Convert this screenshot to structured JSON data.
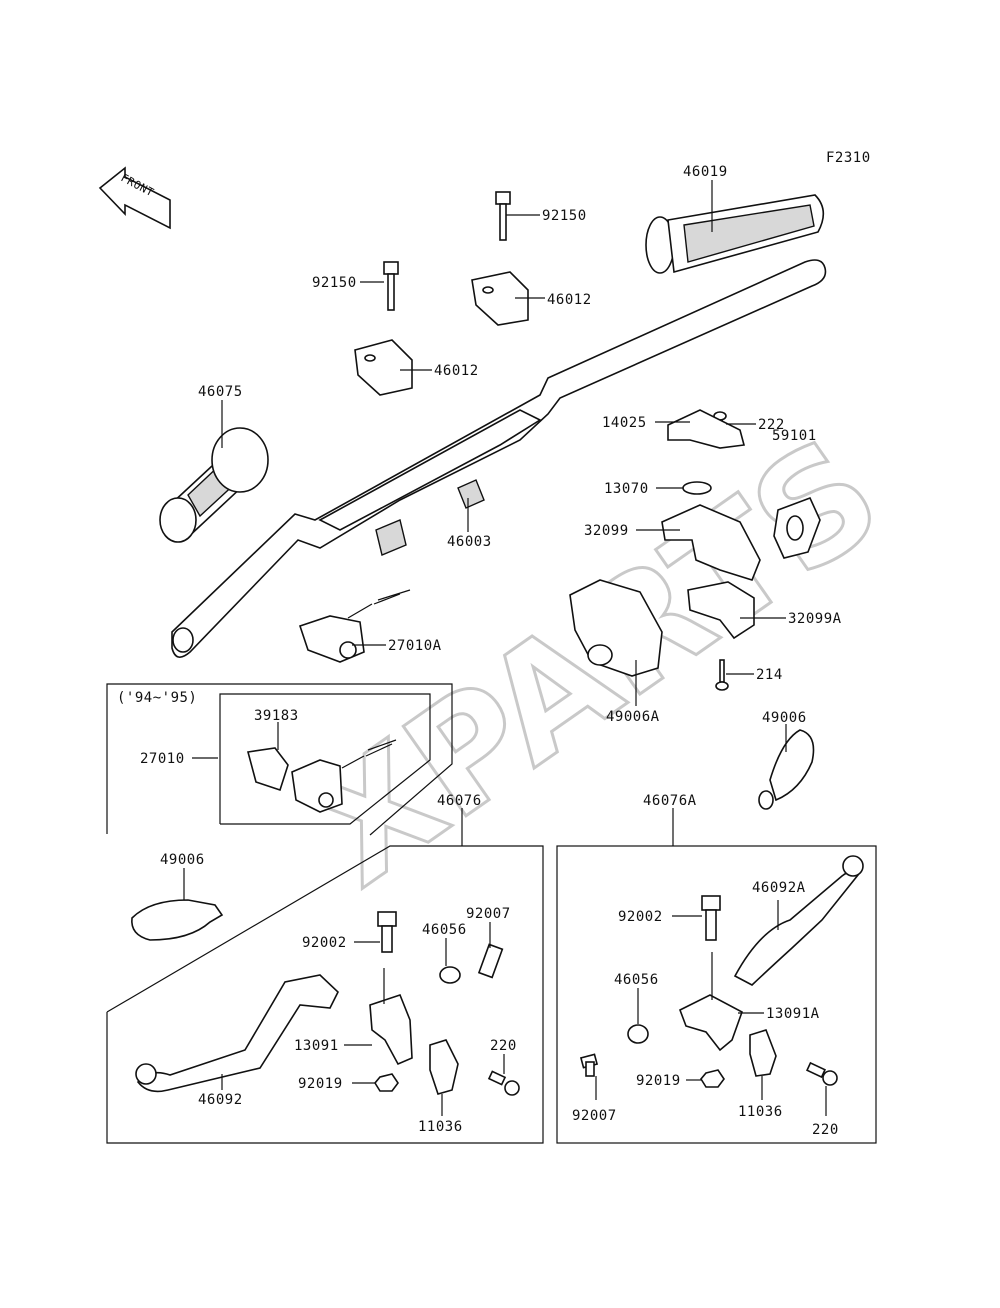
{
  "figure_code": "F2310",
  "front_arrow_text": "FRONT",
  "watermark": "XPARTS",
  "inset_year_label": "('94~'95)",
  "labels": {
    "p46019": "46019",
    "p92150a": "92150",
    "p92150b": "92150",
    "p46012a": "46012",
    "p46012b": "46012",
    "p46075": "46075",
    "p222": "222",
    "p14025": "14025",
    "p59101": "59101",
    "p13070": "13070",
    "p46003": "46003",
    "p32099": "32099",
    "p32099a": "32099A",
    "p27010a": "27010A",
    "p214": "214",
    "p49006a": "49006A",
    "p39183": "39183",
    "p27010": "27010",
    "p49006r": "49006",
    "p46076": "46076",
    "p46076a": "46076A",
    "p49006l": "49006",
    "p92007l": "92007",
    "p92002l": "92002",
    "p46056l": "46056",
    "p13091": "13091",
    "p220l": "220",
    "p92019l": "92019",
    "p46092": "46092",
    "p11036l": "11036",
    "p46092a": "46092A",
    "p92002r": "92002",
    "p46056r": "46056",
    "p13091a": "13091A",
    "p92019r": "92019",
    "p92007r": "92007",
    "p11036r": "11036",
    "p220r": "220"
  }
}
